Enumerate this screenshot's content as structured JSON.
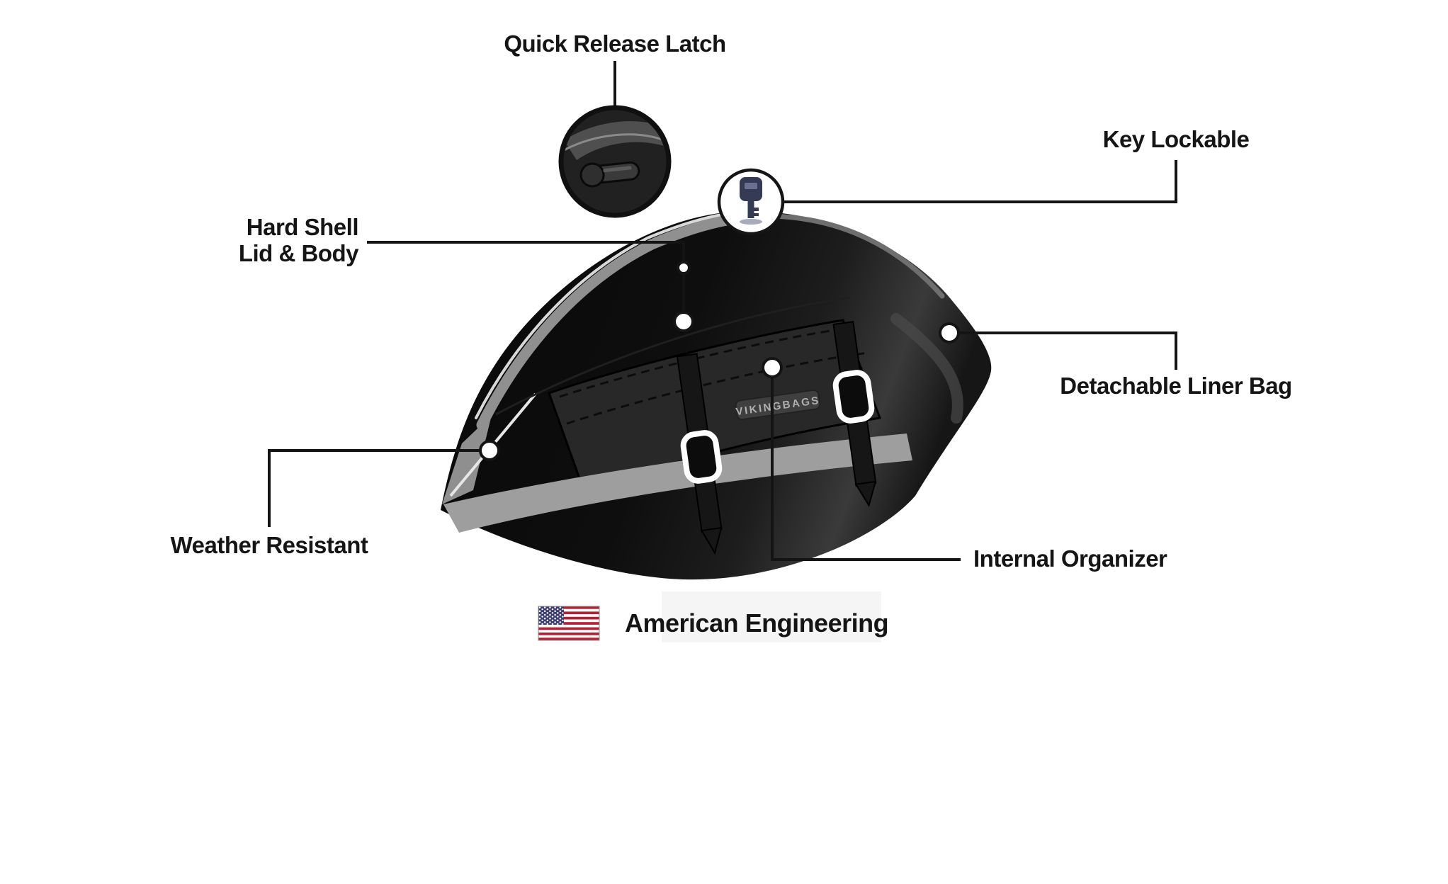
{
  "diagram": {
    "kind": "product-feature-callout-diagram",
    "subject": "hard-shell motorcycle saddlebag"
  },
  "callouts": {
    "quick_release_latch": "Quick Release Latch",
    "key_lockable": "Key Lockable",
    "hard_shell_line1": "Hard Shell",
    "hard_shell_line2": "Lid & Body",
    "detachable_liner_bag": "Detachable Liner Bag",
    "weather_resistant": "Weather Resistant",
    "internal_organizer": "Internal Organizer"
  },
  "footer": {
    "text": "American Engineering"
  },
  "product": {
    "brand_plate": "VIKINGBAGS"
  },
  "icons": {
    "flag": "us-flag-icon",
    "key": "key-icon",
    "latch_inset": "quick-release-latch-inset",
    "buckle": "buckle-icon",
    "callout_dot": "callout-dot"
  },
  "colors": {
    "line": "#141414",
    "label_text": "#151515",
    "bag_dark": "#0b0b0b",
    "stripe_gray": "#909090",
    "band_gray": "#9e9e9e",
    "panel_gray": "#282828",
    "buckle_white": "#ffffff",
    "key_navy": "#353b54",
    "flag_red": "#b22234",
    "flag_blue": "#3c3b6e"
  }
}
